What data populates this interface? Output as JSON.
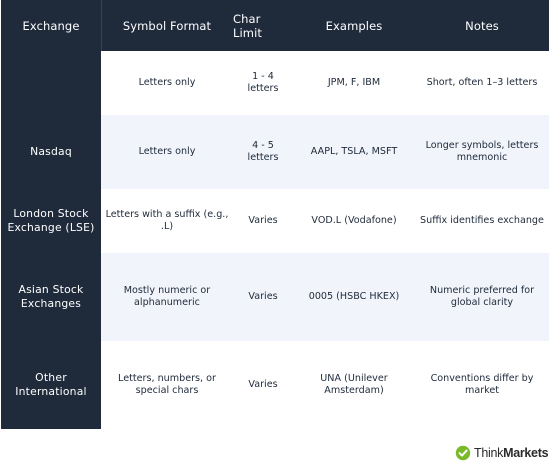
{
  "headers": [
    "Exchange",
    "Symbol Format",
    "Char Limit",
    "Examples",
    "Notes"
  ],
  "rows": [
    {
      "exchange": "",
      "format": "Letters only",
      "limit": "1 - 4 letters",
      "examples": "JPM, F, IBM",
      "notes": "Short, often 1–3 letters"
    },
    {
      "exchange": "Nasdaq",
      "format": "Letters only",
      "limit": "4 - 5 letters",
      "examples": "AAPL, TSLA, MSFT",
      "notes": "Longer symbols, letters mnemonic"
    },
    {
      "exchange": "London Stock Exchange (LSE)",
      "format": "Letters with a suffix (e.g., .L)",
      "limit": "Varies",
      "examples": "VOD.L (Vodafone)",
      "notes": "Suffix identifies exchange"
    },
    {
      "exchange": "Asian Stock Exchanges",
      "format": "Mostly numeric or alphanumeric",
      "limit": "Varies",
      "examples": "0005 (HSBC HKEX)",
      "notes": "Numeric preferred for global clarity"
    },
    {
      "exchange": "Other International",
      "format": "Letters, numbers, or special chars",
      "limit": "Varies",
      "examples": "UNA (Unilever Amsterdam)",
      "notes": "Conventions differ by market"
    }
  ],
  "brand": {
    "prefix": "Think",
    "suffix": "Markets",
    "icon": "thinkmarkets-logo-icon",
    "accent": "#7ab929"
  },
  "colors": {
    "header_bg": "#1f2a3b",
    "shade": "#f1f4fa"
  }
}
